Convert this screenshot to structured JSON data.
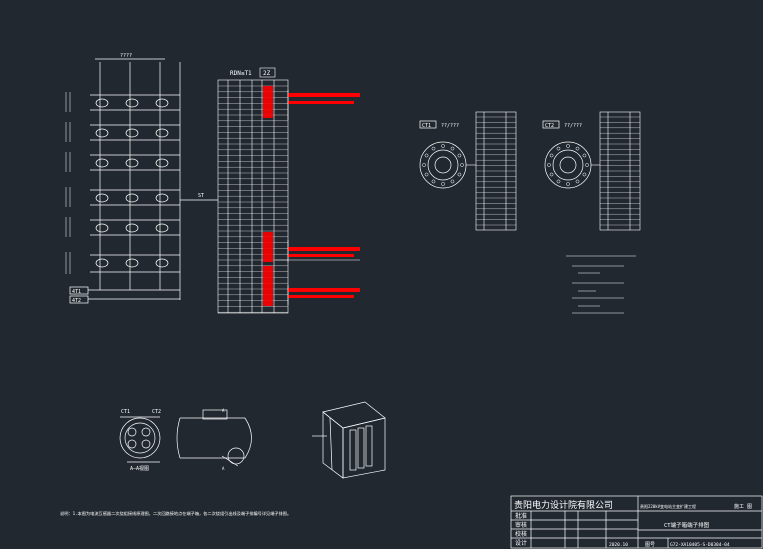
{
  "colors": {
    "background": "#212830",
    "line": "#ffffff",
    "highlight": "#ff0000"
  },
  "cad": {
    "left_dim": "????",
    "terminal_block_label": "RDN≤T1",
    "terminal_block_tag": "2Z",
    "ct_left_label": "CT1",
    "ct_left_dim": "??/???",
    "ct_right_label": "CT2",
    "ct_right_dim": "??/???",
    "wire_label_1": "4T1",
    "wire_label_2": "4T2",
    "st_label": "ST",
    "section_caption": "A—A视图",
    "small_ct1": "CT1",
    "small_ct2": "CT2",
    "note": "说明：1.本图为电流互感器二次绕组接线原理图，二次回路接地点在端子箱，各二次绕组引出线及端子排编号详见端子排图。",
    "title_block": {
      "company": "贵阳电力设计院有限公司",
      "project": "贵阳220kV变电站主变扩建工程",
      "stage": "施工 图",
      "row_label_1": "批准",
      "row_label_2": "审核",
      "row_label_3": "校核",
      "row_label_4": "设计",
      "drawing_title": "CT端子箱端子排图",
      "date": "2020.10",
      "sheet_label": "图号",
      "drawing_no": "G72-XA10405-S-D0304-04"
    }
  }
}
